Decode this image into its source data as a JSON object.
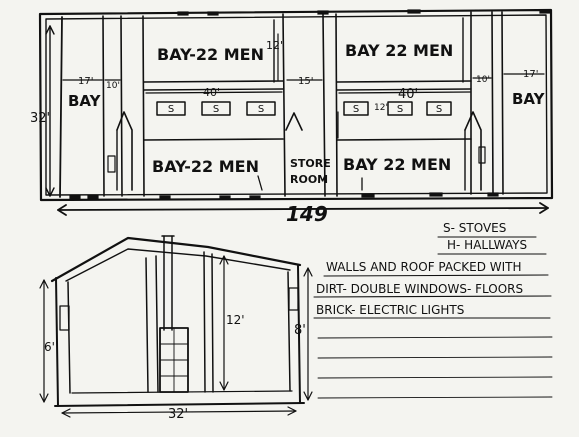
{
  "plan": {
    "labels": {
      "bay_top_left": "BAY-22 MEN",
      "bay_top_right": "BAY 22 MEN",
      "bay_bottom_left": "BAY-22 MEN",
      "bay_bottom_right": "BAY 22 MEN",
      "end_bay_left": "BAY",
      "end_bay_right": "BAY",
      "store_room_line1": "STORE",
      "store_room_line2": "ROOM"
    },
    "stove_marks": [
      "S",
      "S",
      "S",
      "S",
      "S",
      "S"
    ],
    "dimensions": {
      "left_end_width": "17'",
      "right_end_width": "17'",
      "left_hall_width": "10'",
      "center_width": "15'",
      "right_hall_width": "10'",
      "left_bay_length": "40'",
      "right_bay_length": "40'",
      "bay_depth": "12'",
      "bay_depth_lower": "12'",
      "overall_depth": "32'"
    }
  },
  "page_number": "149",
  "legend": {
    "items": [
      "S- STOVES",
      "H- HALLWAYS"
    ]
  },
  "notes": {
    "line1": "WALLS AND ROOF PACKED WITH",
    "line2": "DIRT- DOUBLE WINDOWS- FLOORS",
    "line3": "BRICK- ELECTRIC LIGHTS"
  },
  "section": {
    "dimensions": {
      "width": "32'",
      "wall_height": "6'",
      "ridge_height": "12'",
      "right_wall_height": "8'"
    }
  }
}
